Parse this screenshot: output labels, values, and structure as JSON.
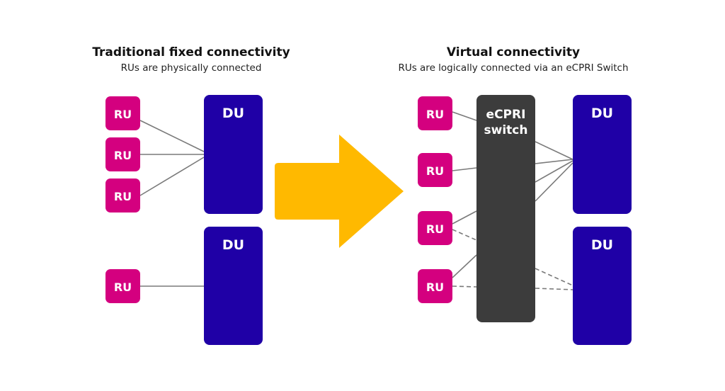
{
  "left_panel": {
    "title": "Traditional fixed connectivity",
    "subtitle": "RUs are physically connected",
    "ru_label": "RU",
    "du_label": "DU"
  },
  "right_panel": {
    "title": "Virtual connectivity",
    "subtitle": "RUs are logically connected via an eCPRI Switch",
    "ru_label": "RU",
    "du_label": "DU",
    "switch_label_line1": "eCPRI",
    "switch_label_line2": "switch"
  },
  "colors": {
    "ru": "#d4007f",
    "du": "#1f00a6",
    "switch": "#3c3c3c",
    "arrow": "#ffb900",
    "line": "#7a7a7a"
  }
}
